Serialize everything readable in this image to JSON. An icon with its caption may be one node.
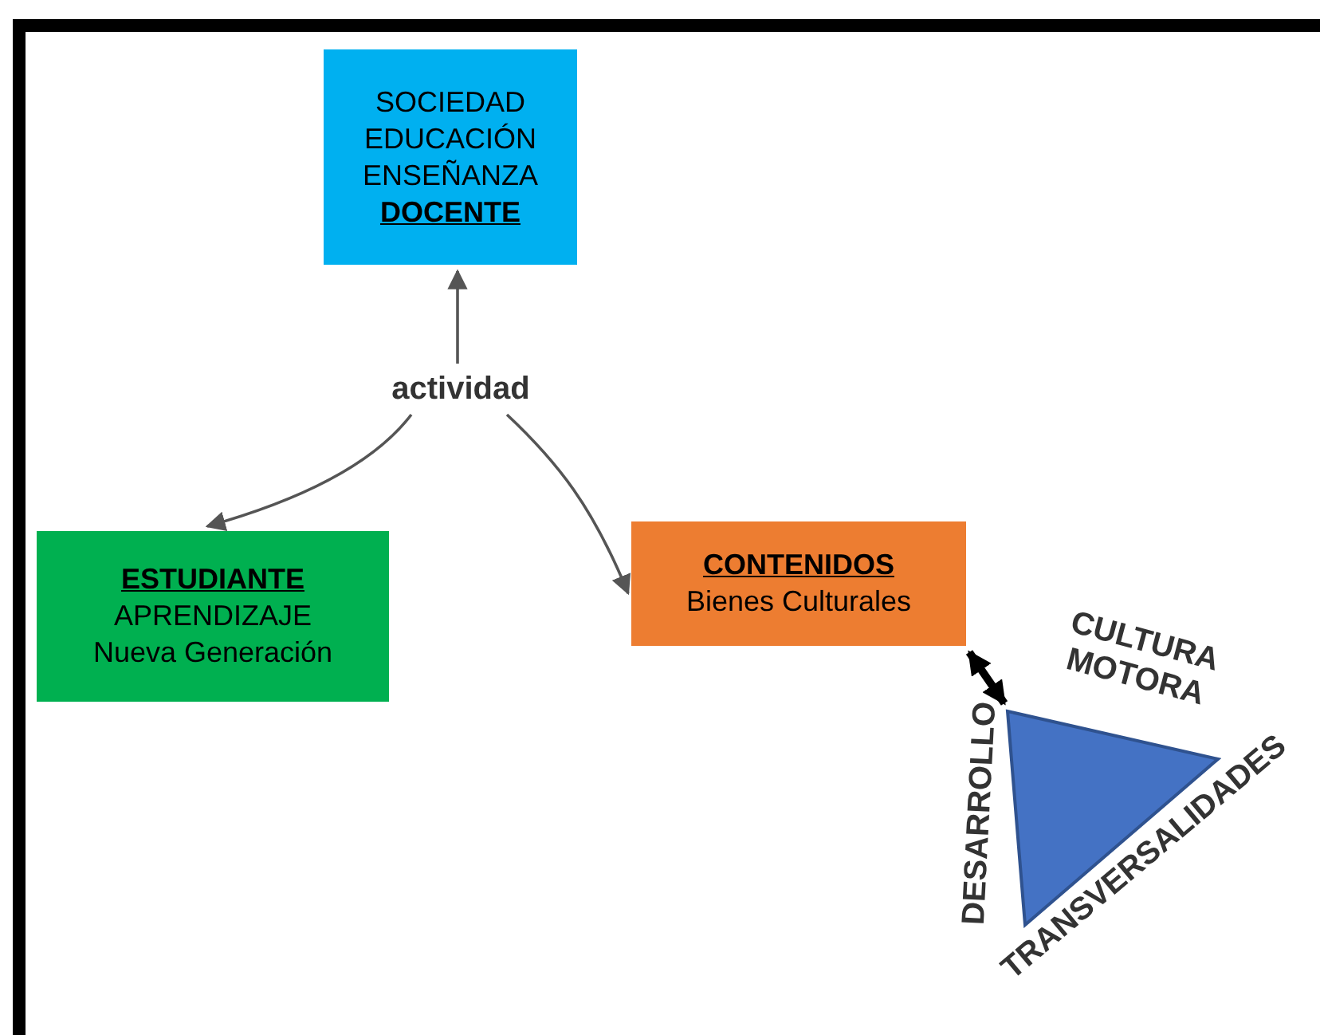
{
  "diagram": {
    "nodes": [
      {
        "text": [
          "SOCIEDAD",
          "EDUCACIÓN",
          "ENSEÑANZA",
          "DOCENTE"
        ]
      },
      {
        "text": [
          "actividad"
        ]
      },
      {
        "text": [
          "ESTUDIANTE",
          "APRENDIZAJE",
          "Nueva Generación"
        ]
      },
      {
        "text": [
          "CONTENIDOS",
          "Bienes Culturales"
        ]
      },
      {
        "text": [],
        "shape": "triangle",
        "beside": [
          "CULTURA MOTORA",
          "DESARROLLO",
          "TRANSVERSALIDADES"
        ]
      }
    ],
    "edges": [
      {
        "from": 1,
        "to": 0,
        "arrow": "to"
      },
      {
        "from": 1,
        "to": 2,
        "arrow": "to"
      },
      {
        "from": 1,
        "to": 3,
        "arrow": "to"
      },
      {
        "from": 4,
        "to": 3,
        "arrow": "both",
        "style": "thick",
        "color": "#000000"
      }
    ]
  }
}
